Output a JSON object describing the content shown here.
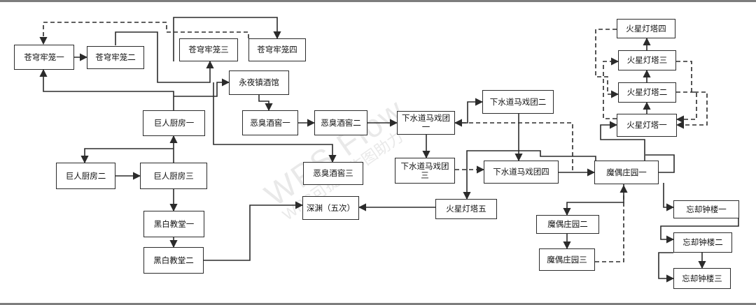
{
  "nodes": {
    "cql1": "苍穹牢笼一",
    "cql2": "苍穹牢笼二",
    "cql3": "苍穹牢笼三",
    "cql4": "苍穹牢笼四",
    "yyzjg": "永夜镇酒馆",
    "jrcf1": "巨人厨房一",
    "jrcf2": "巨人厨房二",
    "jrcf3": "巨人厨房三",
    "ecjj1": "恶臭酒窖一",
    "ecjj2": "恶臭酒窖二",
    "ecjj3": "恶臭酒窖三",
    "xsd1": "下水道马戏团一",
    "xsd2": "下水道马戏团二",
    "xsd3": "下水道马戏团三",
    "xsd4": "下水道马戏团四",
    "hbjt1": "黑白教堂一",
    "hbjt2": "黑白教堂二",
    "sy": "深渊（五次）",
    "hx5": "火星灯塔五",
    "hx1": "火星灯塔一",
    "hx2": "火星灯塔二",
    "hx3": "火星灯塔三",
    "hx4": "火星灯塔四",
    "mozy1": "魔偶庄园一",
    "mozy2": "魔偶庄园二",
    "mozy3": "魔偶庄园三",
    "wq1": "忘却钟楼一",
    "wq2": "忘却钟楼二",
    "wq3": "忘却钟楼三"
  },
  "watermark": {
    "large": "WPS Flow",
    "small": "WPS可提供作图助力"
  },
  "colors": {
    "line": "#2b2b2b",
    "border": "#2b2b2b",
    "frame": "#7d7d7d"
  }
}
